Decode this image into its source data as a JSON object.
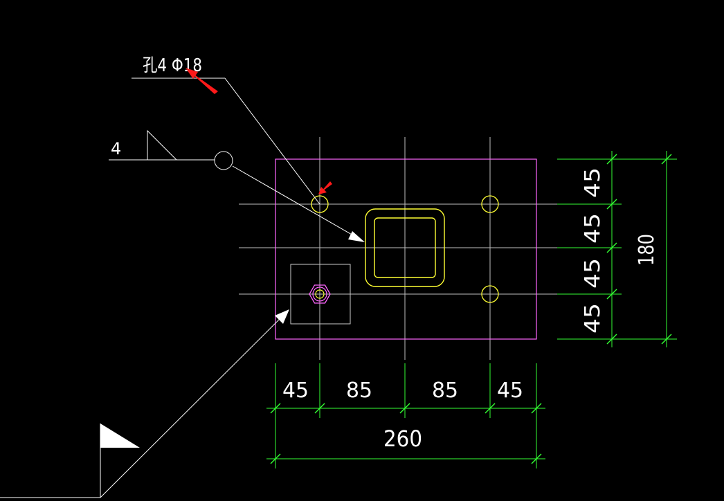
{
  "drawing": {
    "hole_note": "孔4 Φ18",
    "weld_size": "4",
    "dims_vertical": [
      "45",
      "45",
      "45",
      "45"
    ],
    "dim_vertical_total": "180",
    "dims_horizontal": [
      "45",
      "85",
      "85",
      "45"
    ],
    "dim_horizontal_total": "260"
  },
  "colors": {
    "background": "#000000",
    "plate_outline": "#ff66ff",
    "tube_outline": "#ffff33",
    "dimension": "#33ff33",
    "leader": "#ffffff",
    "centerline": "#ffffff",
    "highlight_arrow": "#ff1a1a"
  }
}
